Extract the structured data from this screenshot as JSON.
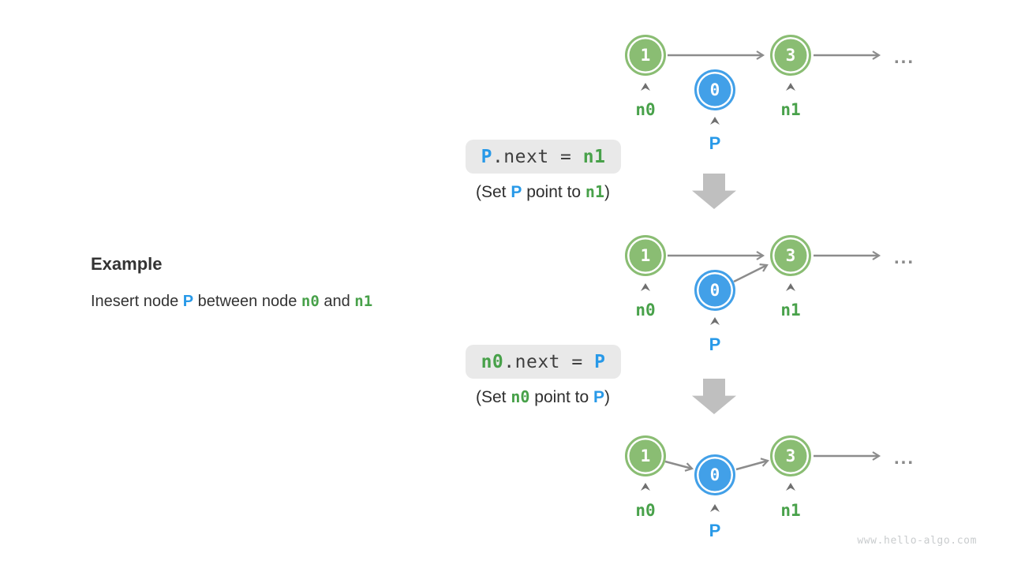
{
  "figure": {
    "watermark": "www.hello-algo.com"
  },
  "example": {
    "heading": "Example",
    "description": {
      "part1": "Inesert node ",
      "p_ref": "P",
      "part2": " between node ",
      "n0_ref": "n0",
      "part3": " and ",
      "n1_ref": "n1"
    }
  },
  "steps": [
    {
      "code": {
        "lhs": "P",
        "op": ".next = ",
        "rhs": "n1"
      },
      "caption": {
        "open": "(Set ",
        "ref1": "P",
        "mid": " point to ",
        "ref2": "n1",
        "close": ")"
      }
    },
    {
      "code": {
        "lhs": "n0",
        "op": ".next = ",
        "rhs": "P"
      },
      "caption": {
        "open": "(Set ",
        "ref1": "n0",
        "mid": " point to ",
        "ref2": "P",
        "close": ")"
      }
    }
  ],
  "stages": [
    {
      "n0_value": "1",
      "p_value": "0",
      "n1_value": "3",
      "n0_label": "n0",
      "p_label": "P",
      "n1_label": "n1",
      "ellipsis": "..."
    },
    {
      "n0_value": "1",
      "p_value": "0",
      "n1_value": "3",
      "n0_label": "n0",
      "p_label": "P",
      "n1_label": "n1",
      "ellipsis": "..."
    },
    {
      "n0_value": "1",
      "p_value": "0",
      "n1_value": "3",
      "n0_label": "n0",
      "p_label": "P",
      "n1_label": "n1",
      "ellipsis": "..."
    }
  ],
  "colors": {
    "node_green": "#8ABD73",
    "node_blue": "#42A0E8",
    "text_green": "#48A14A",
    "text_blue": "#2899E8",
    "arrow_gray": "#8C8C8C",
    "block_arrow_gray": "#BFBFBF",
    "code_bg": "#E9E9E9"
  }
}
